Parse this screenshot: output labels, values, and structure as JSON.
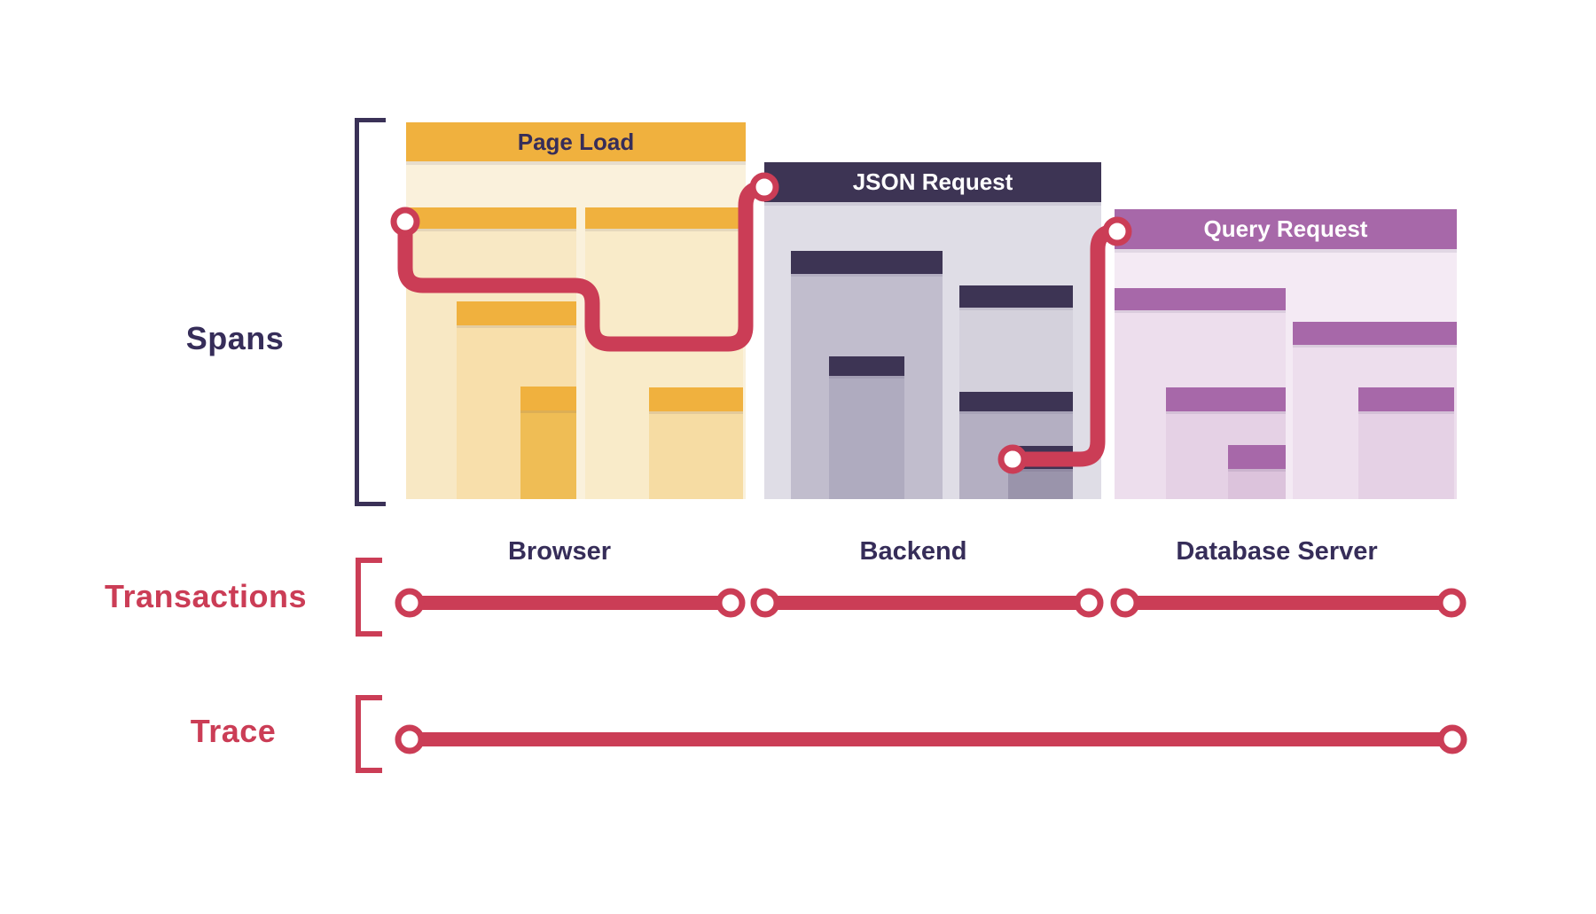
{
  "rows": {
    "spans": {
      "label": "Spans"
    },
    "transactions": {
      "label": "Transactions"
    },
    "trace": {
      "label": "Trace"
    }
  },
  "services": [
    {
      "title": "Page Load",
      "caption": "Browser",
      "accent": "#F0B13E",
      "title_color": "#362D59"
    },
    {
      "title": "JSON Request",
      "caption": "Backend",
      "accent": "#3D3454",
      "title_color": "#FFFFFF"
    },
    {
      "title": "Query Request",
      "caption": "Database Server",
      "accent": "#A768A9",
      "title_color": "#FFFFFF"
    }
  ],
  "colors": {
    "background": "#FFFFFF",
    "label_navy": "#362D59",
    "bracket_navy": "#3A3157",
    "trace_red": "#CB3D56",
    "node_fill": "#FFFFFF"
  },
  "icons": {
    "nodes": "span-connector-node",
    "path": "trace-route"
  }
}
